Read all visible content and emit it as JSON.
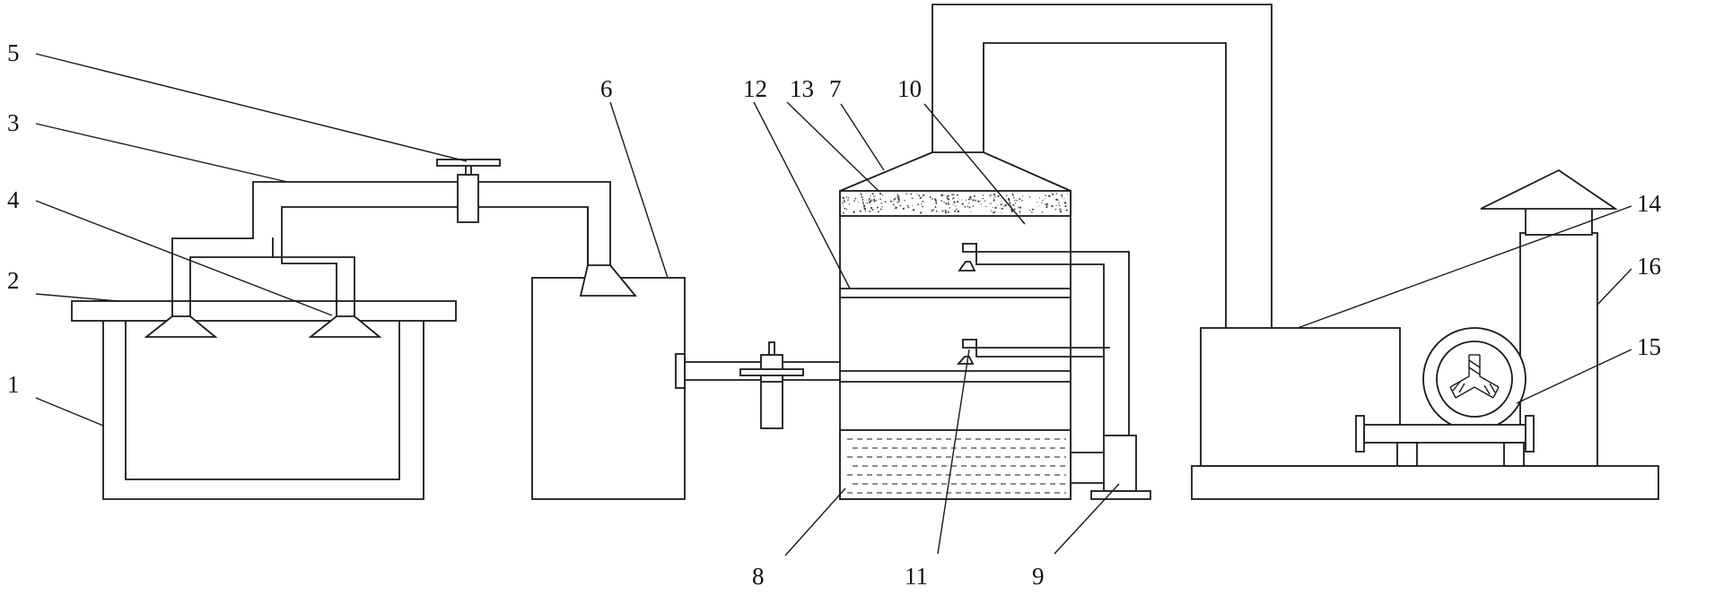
{
  "colors": {
    "stroke": "#1a1a1a",
    "background": "#ffffff",
    "label": "#111111"
  },
  "labels": {
    "l1": "1",
    "l2": "2",
    "l3": "3",
    "l4": "4",
    "l5": "5",
    "l6": "6",
    "l7": "7",
    "l8": "8",
    "l9": "9",
    "l10": "10",
    "l11": "11",
    "l12": "12",
    "l13": "13",
    "l14": "14",
    "l15": "15",
    "l16": "16"
  }
}
